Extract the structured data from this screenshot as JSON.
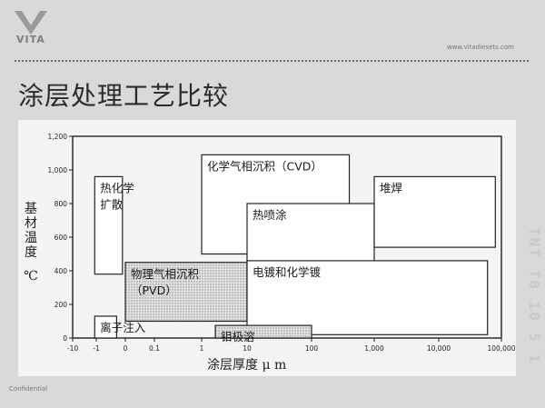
{
  "header": {
    "logo_text": "VITA",
    "site": "www.vitadiesets.com",
    "title": "涂层处理工艺比较",
    "footer": "Confidential",
    "side_text": "TNT T0 10 5 1"
  },
  "colors": {
    "background": "#d9d9d7",
    "panel": "#f4f4f2",
    "box_fill": "#ffffff",
    "stipple": "#c8c8c8"
  },
  "chart_data": {
    "type": "diagram",
    "ylabel": [
      "基",
      "材",
      "温",
      "度"
    ],
    "yunit": "℃",
    "xlabel": "涂层厚度 μ m",
    "yticks": [
      "0",
      "200",
      "400",
      "600",
      "800",
      "1,000",
      "1,200"
    ],
    "ylim": [
      0,
      1200
    ],
    "xticks": [
      "-10",
      "-1",
      "0",
      "0.1",
      "1",
      "10",
      "100",
      "1,000",
      "10,000",
      "100,000"
    ],
    "regions": [
      {
        "name": "热化学扩散",
        "label_lines": [
          "热化学",
          "扩散"
        ],
        "x": [
          -1.6,
          -0.1
        ],
        "y": [
          380,
          960
        ],
        "fill": "white"
      },
      {
        "name": "化学气相沉积",
        "label_lines": [
          "化学气相沉积（CVD）"
        ],
        "x": [
          1,
          400
        ],
        "y": [
          500,
          1090
        ],
        "fill": "white"
      },
      {
        "name": "热喷涂",
        "label_lines": [
          "热喷涂"
        ],
        "x": [
          10,
          1000
        ],
        "y": [
          300,
          800
        ],
        "fill": "white"
      },
      {
        "name": "堆焊",
        "label_lines": [
          "堆焊"
        ],
        "x": [
          1000,
          80000
        ],
        "y": [
          540,
          960
        ],
        "fill": "white"
      },
      {
        "name": "物理气相沉积",
        "label_lines": [
          "物理气相沉积",
          "（PVD）"
        ],
        "x": [
          0,
          10
        ],
        "y": [
          100,
          450
        ],
        "fill": "stipple"
      },
      {
        "name": "电镀和化学镀",
        "label_lines": [
          "电镀和化学镀"
        ],
        "x": [
          10,
          60000
        ],
        "y": [
          20,
          460
        ],
        "fill": "white"
      },
      {
        "name": "离子注入",
        "label_lines": [
          "离子注入"
        ],
        "x": [
          -1.6,
          -0.3
        ],
        "y": [
          0,
          130
        ],
        "fill": "white"
      },
      {
        "name": "钼极溶",
        "label_lines": [
          "钼极溶"
        ],
        "x": [
          2,
          100
        ],
        "y": [
          0,
          75
        ],
        "fill": "stipple"
      }
    ]
  }
}
